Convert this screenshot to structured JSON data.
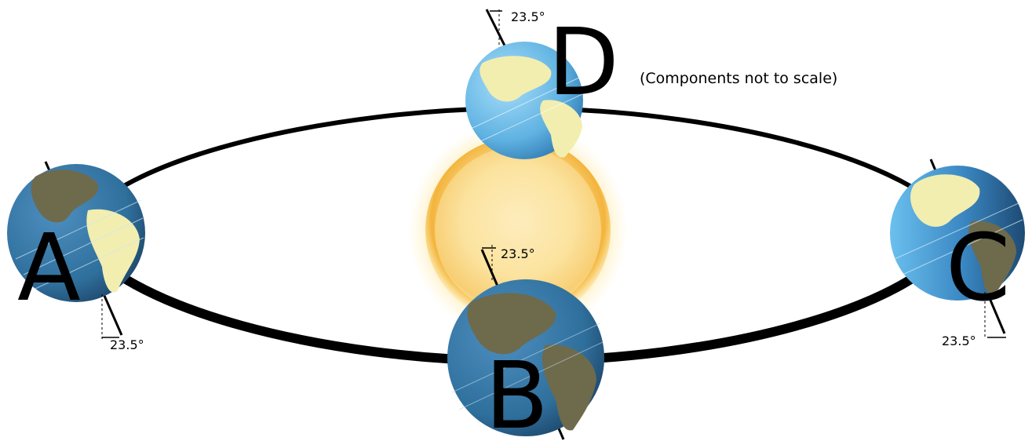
{
  "note": "(Components not to scale)",
  "positions": {
    "a": {
      "label": "A",
      "tilt_label": "23.5°"
    },
    "b": {
      "label": "B",
      "tilt_label": "23.5°"
    },
    "c": {
      "label": "C",
      "tilt_label": "23.5°"
    },
    "d": {
      "label": "D",
      "tilt_label": "23.5°"
    }
  },
  "colors": {
    "ocean": "#2f6f9c",
    "ocean_light": "#5fb2e2",
    "land": "#6e6a4c",
    "land_light": "#f2eeb0",
    "sun": "#f7c64a",
    "orbit": "#000000"
  },
  "icons": {
    "sun": "sun-icon",
    "earth": "earth-globe-icon"
  }
}
